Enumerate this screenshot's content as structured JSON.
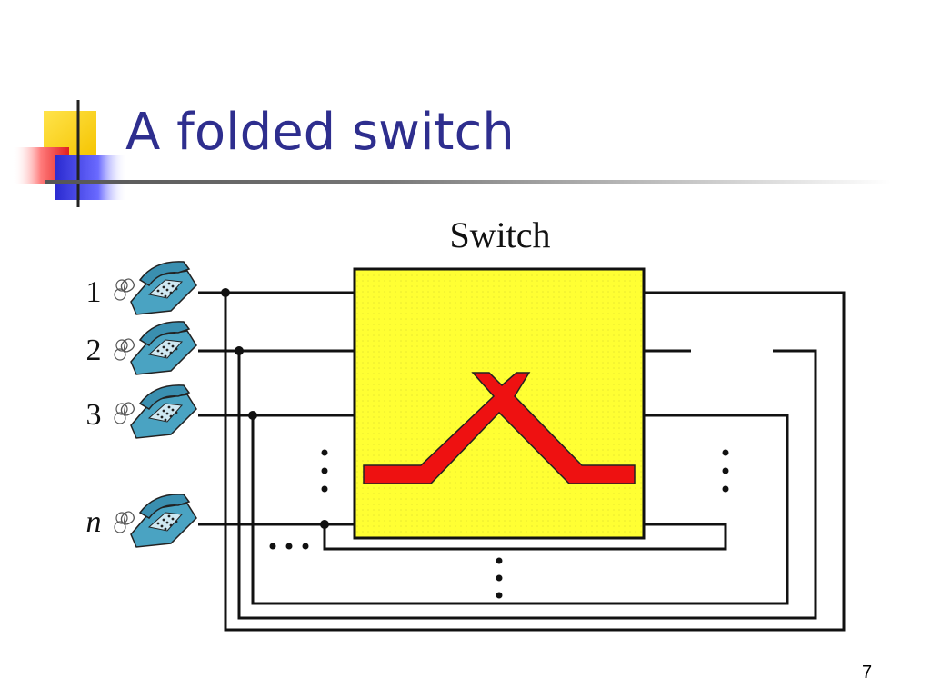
{
  "slide": {
    "title": "A folded switch",
    "page_number": "7"
  },
  "diagram": {
    "switch_label": "Switch",
    "lines": [
      "1",
      "2",
      "3",
      "n"
    ],
    "icons": [
      "telephone-icon"
    ],
    "colors": {
      "switch_fill": "#ffff33",
      "crosspoint": "#ee1111",
      "title": "#2e2e8e",
      "phone": "#3a8fb0"
    }
  }
}
